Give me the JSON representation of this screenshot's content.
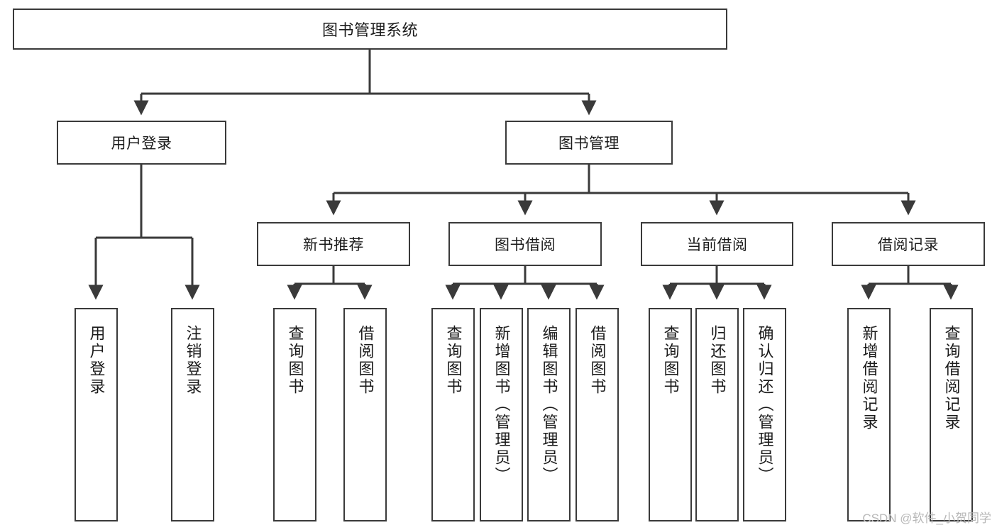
{
  "diagram": {
    "type": "tree",
    "title": "图书管理系统",
    "root": {
      "label": "图书管理系统"
    },
    "level1": [
      {
        "id": "user-login",
        "label": "用户登录"
      },
      {
        "id": "book-management",
        "label": "图书管理"
      }
    ],
    "level2": [
      {
        "id": "new-book-recommend",
        "label": "新书推荐",
        "parent": "book-management"
      },
      {
        "id": "book-borrow",
        "label": "图书借阅",
        "parent": "book-management"
      },
      {
        "id": "current-borrow",
        "label": "当前借阅",
        "parent": "book-management"
      },
      {
        "id": "borrow-record",
        "label": "借阅记录",
        "parent": "book-management"
      }
    ],
    "leaves": [
      {
        "id": "leaf-user-login",
        "label": "用户登录",
        "parent": "user-login"
      },
      {
        "id": "leaf-logout-login",
        "label": "注销登录",
        "parent": "user-login"
      },
      {
        "id": "leaf-query-book-1",
        "label": "查询图书",
        "parent": "new-book-recommend"
      },
      {
        "id": "leaf-borrow-book-1",
        "label": "借阅图书",
        "parent": "new-book-recommend"
      },
      {
        "id": "leaf-query-book-2",
        "label": "查询图书",
        "parent": "book-borrow"
      },
      {
        "id": "leaf-add-book",
        "label": "新增图书（管理员）",
        "parent": "book-borrow"
      },
      {
        "id": "leaf-edit-book",
        "label": "编辑图书（管理员）",
        "parent": "book-borrow"
      },
      {
        "id": "leaf-borrow-book-2",
        "label": "借阅图书",
        "parent": "book-borrow"
      },
      {
        "id": "leaf-query-book-3",
        "label": "查询图书",
        "parent": "current-borrow"
      },
      {
        "id": "leaf-return-book",
        "label": "归还图书",
        "parent": "current-borrow"
      },
      {
        "id": "leaf-confirm-return",
        "label": "确认归还（管理员）",
        "parent": "current-borrow"
      },
      {
        "id": "leaf-add-record",
        "label": "新增借阅记录",
        "parent": "borrow-record"
      },
      {
        "id": "leaf-query-record",
        "label": "查询借阅记录",
        "parent": "borrow-record"
      }
    ]
  },
  "watermark": {
    "text": "CSDN @软件_小贺同学"
  },
  "colors": {
    "stroke": "#3a3a3a",
    "text": "#1b1b1b",
    "background": "#ffffff",
    "watermark": "#b8b8b8"
  }
}
